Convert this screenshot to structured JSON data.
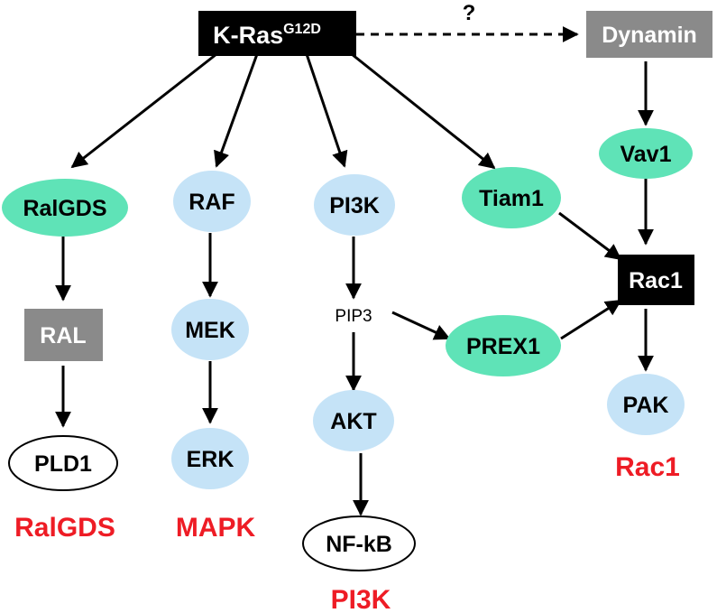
{
  "colors": {
    "blue_fill": "#c5e3f7",
    "green_fill": "#5fe3b7",
    "gray_fill": "#8a8a8a",
    "black_fill": "#000000",
    "pathway_label": "#ee1c25"
  },
  "nodes": {
    "kras_main": "K-Ras",
    "kras_sup": "G12D",
    "dynamin": "Dynamin",
    "question": "?",
    "vav1": "Vav1",
    "ralgds": "RalGDS",
    "raf": "RAF",
    "pi3k": "PI3K",
    "tiam1": "Tiam1",
    "rac1": "Rac1",
    "ral": "RAL",
    "mek": "MEK",
    "pip3": "PIP3",
    "prex1": "PREX1",
    "akt": "AKT",
    "pak": "PAK",
    "pld1": "PLD1",
    "erk": "ERK",
    "nfkb": "NF-kB"
  },
  "pathway_labels": {
    "ralgds": "RalGDS",
    "mapk": "MAPK",
    "pi3k": "PI3K",
    "rac1": "Rac1"
  }
}
